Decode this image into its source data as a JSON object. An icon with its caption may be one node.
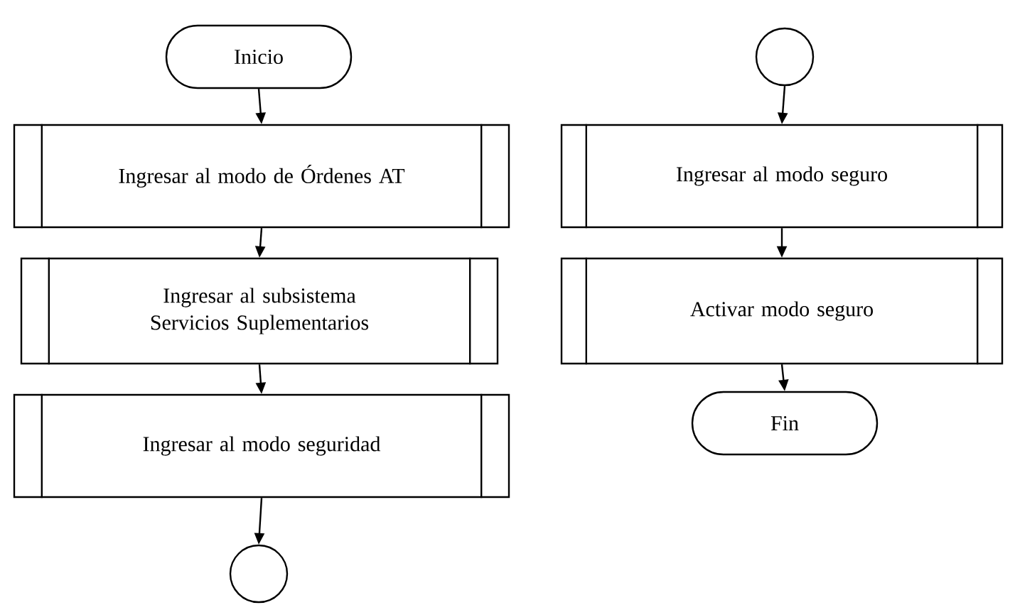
{
  "diagram": {
    "nodes": [
      {
        "text": [
          "Inicio"
        ]
      },
      {
        "text": [
          "Ingresar al modo de Órdenes AT"
        ]
      },
      {
        "text": [
          "Ingresar al subsistema Servicios Suplementarios"
        ]
      },
      {
        "text": [
          "Ingresar al modo seguridad"
        ]
      },
      {
        "text": [],
        "shape": "circle"
      },
      {
        "text": [],
        "shape": "circle"
      },
      {
        "text": [
          "Ingresar al modo seguro"
        ]
      },
      {
        "text": [
          "Activar modo seguro"
        ]
      },
      {
        "text": [
          "Fin"
        ]
      }
    ],
    "edges": [
      {
        "from": 0,
        "to": 1,
        "arrow": "to"
      },
      {
        "from": 1,
        "to": 2,
        "arrow": "to"
      },
      {
        "from": 2,
        "to": 3,
        "arrow": "to"
      },
      {
        "from": 3,
        "to": 4,
        "arrow": "to"
      },
      {
        "from": 5,
        "to": 6,
        "arrow": "to"
      },
      {
        "from": 6,
        "to": 7,
        "arrow": "to"
      },
      {
        "from": 7,
        "to": 8,
        "arrow": "to"
      }
    ]
  }
}
